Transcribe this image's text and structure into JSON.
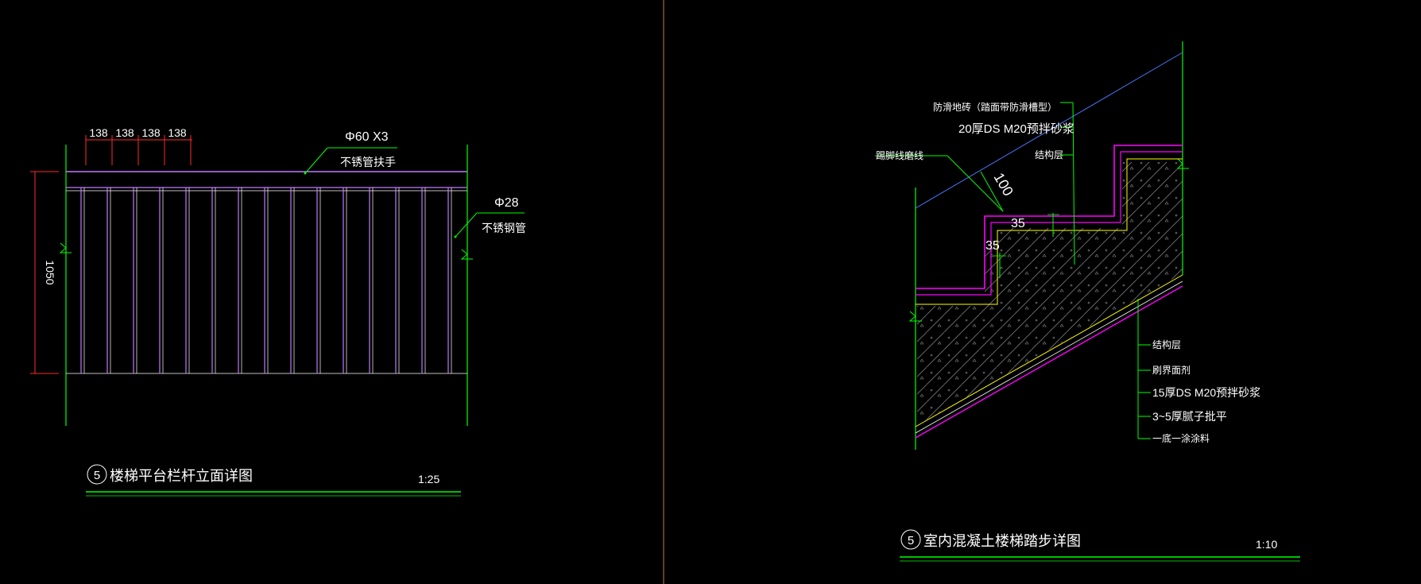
{
  "colors": {
    "background": "#000000",
    "green": "#00ff00",
    "red": "#ff2a2a",
    "magenta": "#ff00ff",
    "violet": "#c278ff",
    "yellow": "#ffff00",
    "white": "#ffffff",
    "blue_line": "#4a78ff",
    "divider": "#c77a4a",
    "hatch": "#9a9a9a",
    "text_green": "#00ff00",
    "text_white": "#ffffff"
  },
  "left_drawing": {
    "dims_top": [
      "138",
      "138",
      "138",
      "138"
    ],
    "dim_height": "1050",
    "handrail_spec": "Φ60 X3",
    "handrail_name": "不锈管扶手",
    "baluster_spec": "Φ28",
    "baluster_name": "不锈钢管",
    "title_number": "5",
    "title": "楼梯平台栏杆立面详图",
    "scale": "1:25"
  },
  "right_drawing": {
    "label_antislip": "防滑地砖（踏面带防滑槽型）",
    "label_mortar20": "20厚DS M20预拌砂浆",
    "label_skirting": "踢脚线磨线",
    "label_structure_top": "结构层",
    "dim_100": "100",
    "dim_35a": "35",
    "dim_35b": "35",
    "layers": [
      "结构层",
      "刷界面剂",
      "15厚DS M20预拌砂浆",
      "3~5厚腻子批平",
      "一底一涂涂料"
    ],
    "title_number": "5",
    "title": "室内混凝土楼梯踏步详图",
    "scale": "1:10"
  }
}
